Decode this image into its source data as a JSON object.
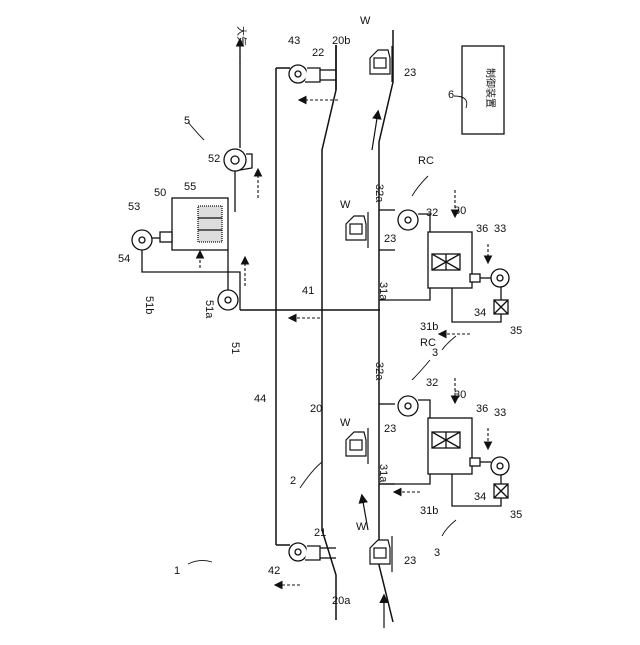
{
  "labels": {
    "atmosphere": "大気",
    "controller": "制御装置",
    "n1": "1",
    "n2": "2",
    "n3a": "3",
    "n3b": "3",
    "n5": "5",
    "n6": "6",
    "n20": "20",
    "n20a": "20a",
    "n20b": "20b",
    "n21": "21",
    "n22": "22",
    "n23a": "23",
    "n23b": "23",
    "n23c": "23",
    "n23d": "23",
    "n30a": "30",
    "n30b": "30",
    "n31aTop": "31a",
    "n31aBot": "31a",
    "n31bTop": "31b",
    "n31bBot": "31b",
    "n32Top": "32",
    "n32Bot": "32",
    "n32aTop": "32a",
    "n32aBot": "32a",
    "n33Top": "33",
    "n33Bot": "33",
    "n34Top": "34",
    "n34Bot": "34",
    "n35Top": "35",
    "n35Bot": "35",
    "n36Top": "36",
    "n36Bot": "36",
    "n41": "41",
    "n42": "42",
    "n43": "43",
    "n44": "44",
    "n50": "50",
    "n51": "51",
    "n51a": "51a",
    "n51b": "51b",
    "n52": "52",
    "n53": "53",
    "n54": "54",
    "n55": "55",
    "rcTop": "RC",
    "rcBot": "RC",
    "wTop": "W",
    "wMidTop": "W",
    "wMidBot": "W",
    "wBot": "W"
  },
  "colors": {
    "line": "#111111",
    "background": "#ffffff"
  }
}
